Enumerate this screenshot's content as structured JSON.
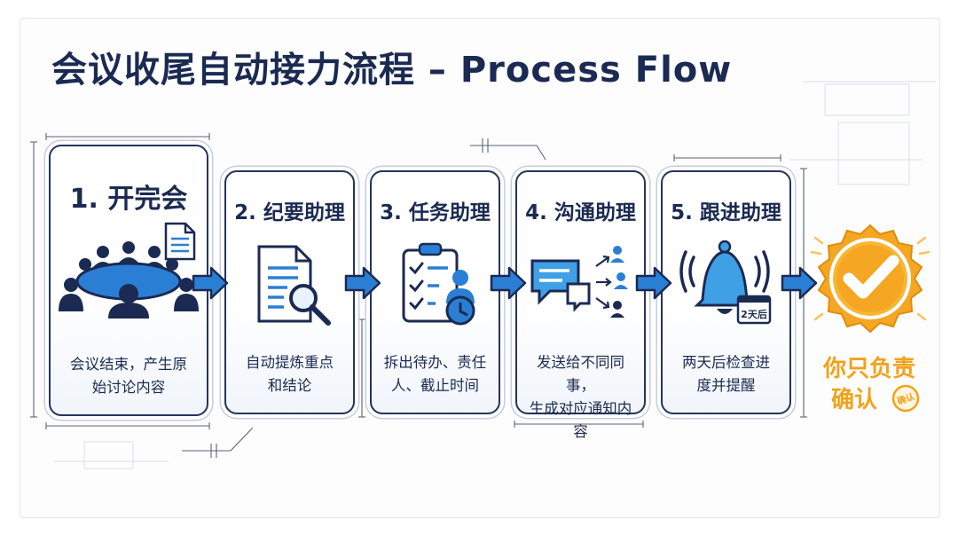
{
  "title": "会议收尾自动接力流程 – Process Flow",
  "steps": [
    {
      "title": "1. 开完会",
      "desc": "会议结束，产生原\n始讨论内容",
      "icon": "meeting-icon"
    },
    {
      "title": "2. 纪要助理",
      "desc": "自动提炼重点\n和结论",
      "icon": "document-search-icon"
    },
    {
      "title": "3. 任务助理",
      "desc": "拆出待办、责任\n人、截止时间",
      "icon": "checklist-clock-icon"
    },
    {
      "title": "4. 沟通助理",
      "desc": "发送给不同同事，\n生成对应通知内容",
      "icon": "chat-broadcast-icon"
    },
    {
      "title": "5. 跟进助理",
      "desc": "两天后检查进\n度并提醒",
      "icon": "bell-calendar-icon"
    }
  ],
  "calendar_label": "2天后",
  "final": {
    "line1": "你只负责",
    "line2": "确认",
    "stamp": "确认",
    "icon": "checkmark-badge-icon"
  },
  "colors": {
    "navy": "#1b2a52",
    "blue": "#2a7fd4",
    "light_blue": "#3fa0e6",
    "gold": "#f2a21b"
  }
}
